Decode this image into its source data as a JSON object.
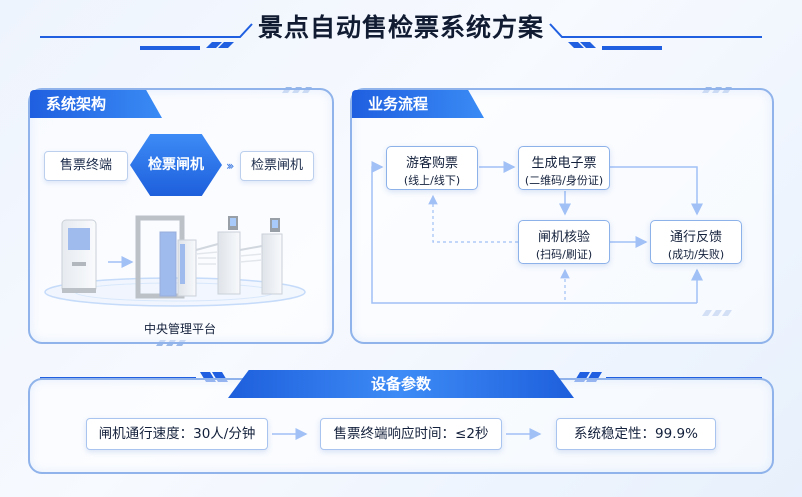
{
  "title": "景点自动售检票系统方案",
  "architecture": {
    "section_label": "系统架构",
    "nodes": [
      "售票终端",
      "检票闸机",
      "检票闸机"
    ],
    "platform_label": "中央管理平台"
  },
  "process": {
    "section_label": "业务流程",
    "steps": [
      {
        "title": "游客购票",
        "sub": "(线上/线下)"
      },
      {
        "title": "生成电子票",
        "sub": "(二维码/身份证)"
      },
      {
        "title": "闸机核验",
        "sub": "(扫码/刷证)"
      },
      {
        "title": "通行反馈",
        "sub": "(成功/失败)"
      }
    ]
  },
  "params": {
    "section_label": "设备参数",
    "items": [
      "闸机通行速度：30人/分钟",
      "售票终端响应时间：≤2秒",
      "系统稳定性：99.9%"
    ]
  },
  "colors": {
    "accent": "#2f74ec",
    "panel_border": "#8fb3ea",
    "dark_text": "#13203b"
  }
}
